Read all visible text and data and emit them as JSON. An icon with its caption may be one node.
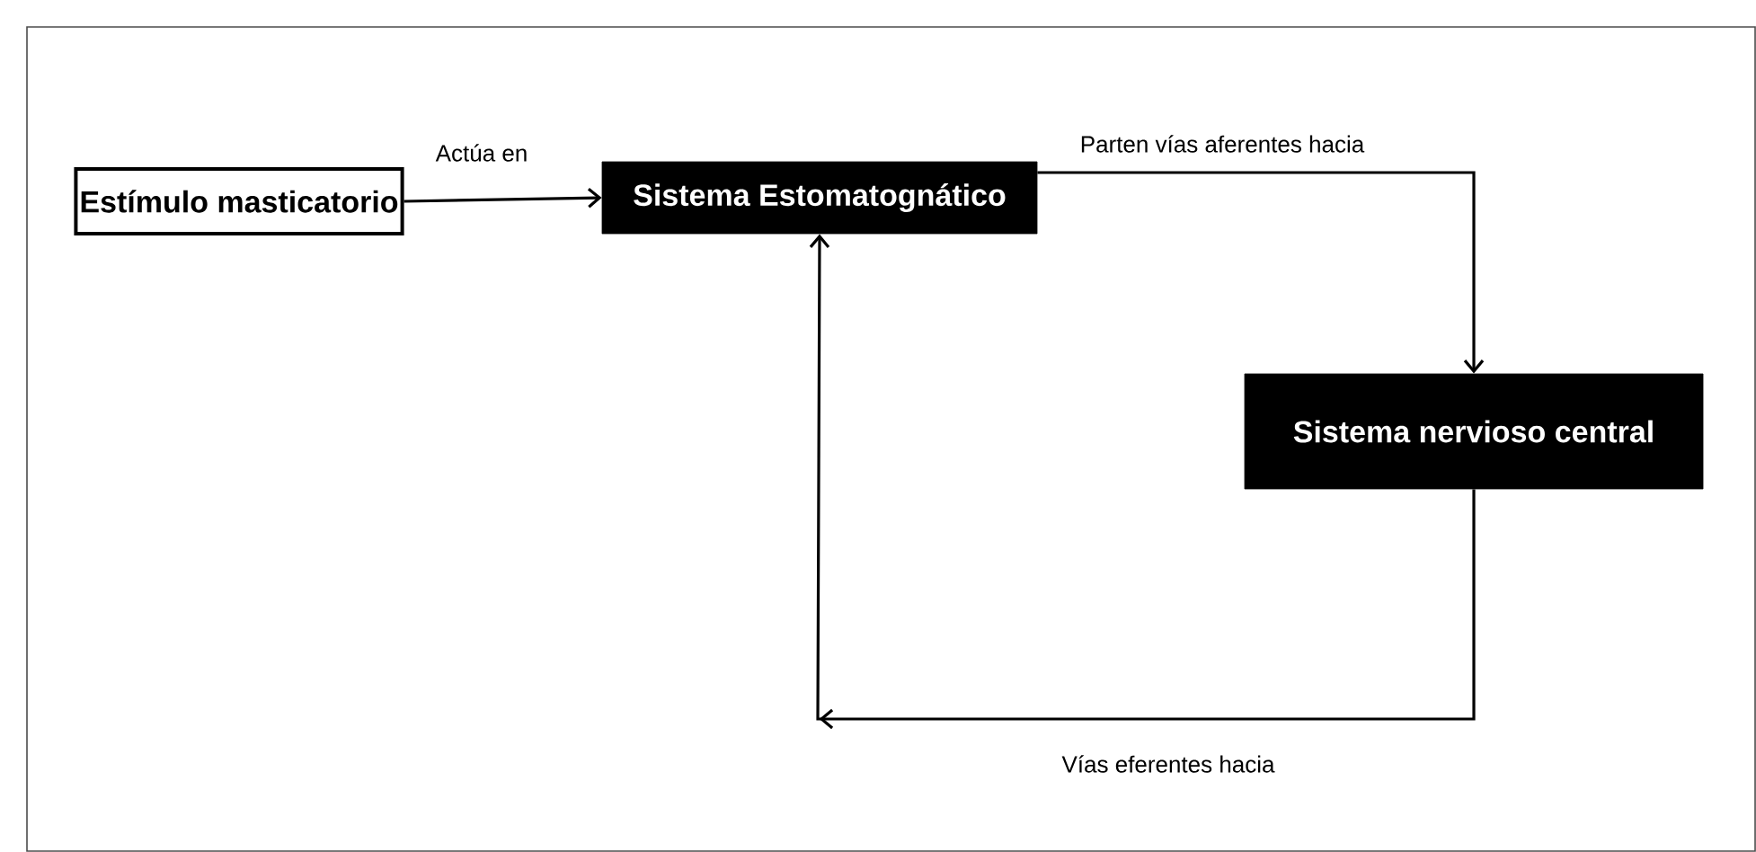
{
  "diagram": {
    "nodes": [
      {
        "text": [
          "Estímulo masticatorio"
        ]
      },
      {
        "text": [
          "Sistema Estomatognático"
        ]
      },
      {
        "text": [
          "Sistema nervioso central"
        ]
      }
    ],
    "edges": [
      {
        "from": 0,
        "to": 1,
        "arrow": "to",
        "label": "Actúa en"
      },
      {
        "from": 1,
        "to": 2,
        "arrow": "to",
        "label": "Parten vías aferentes hacia"
      },
      {
        "from": 2,
        "to": 1,
        "arrow": "to",
        "label": "Vías eferentes hacia"
      }
    ]
  }
}
